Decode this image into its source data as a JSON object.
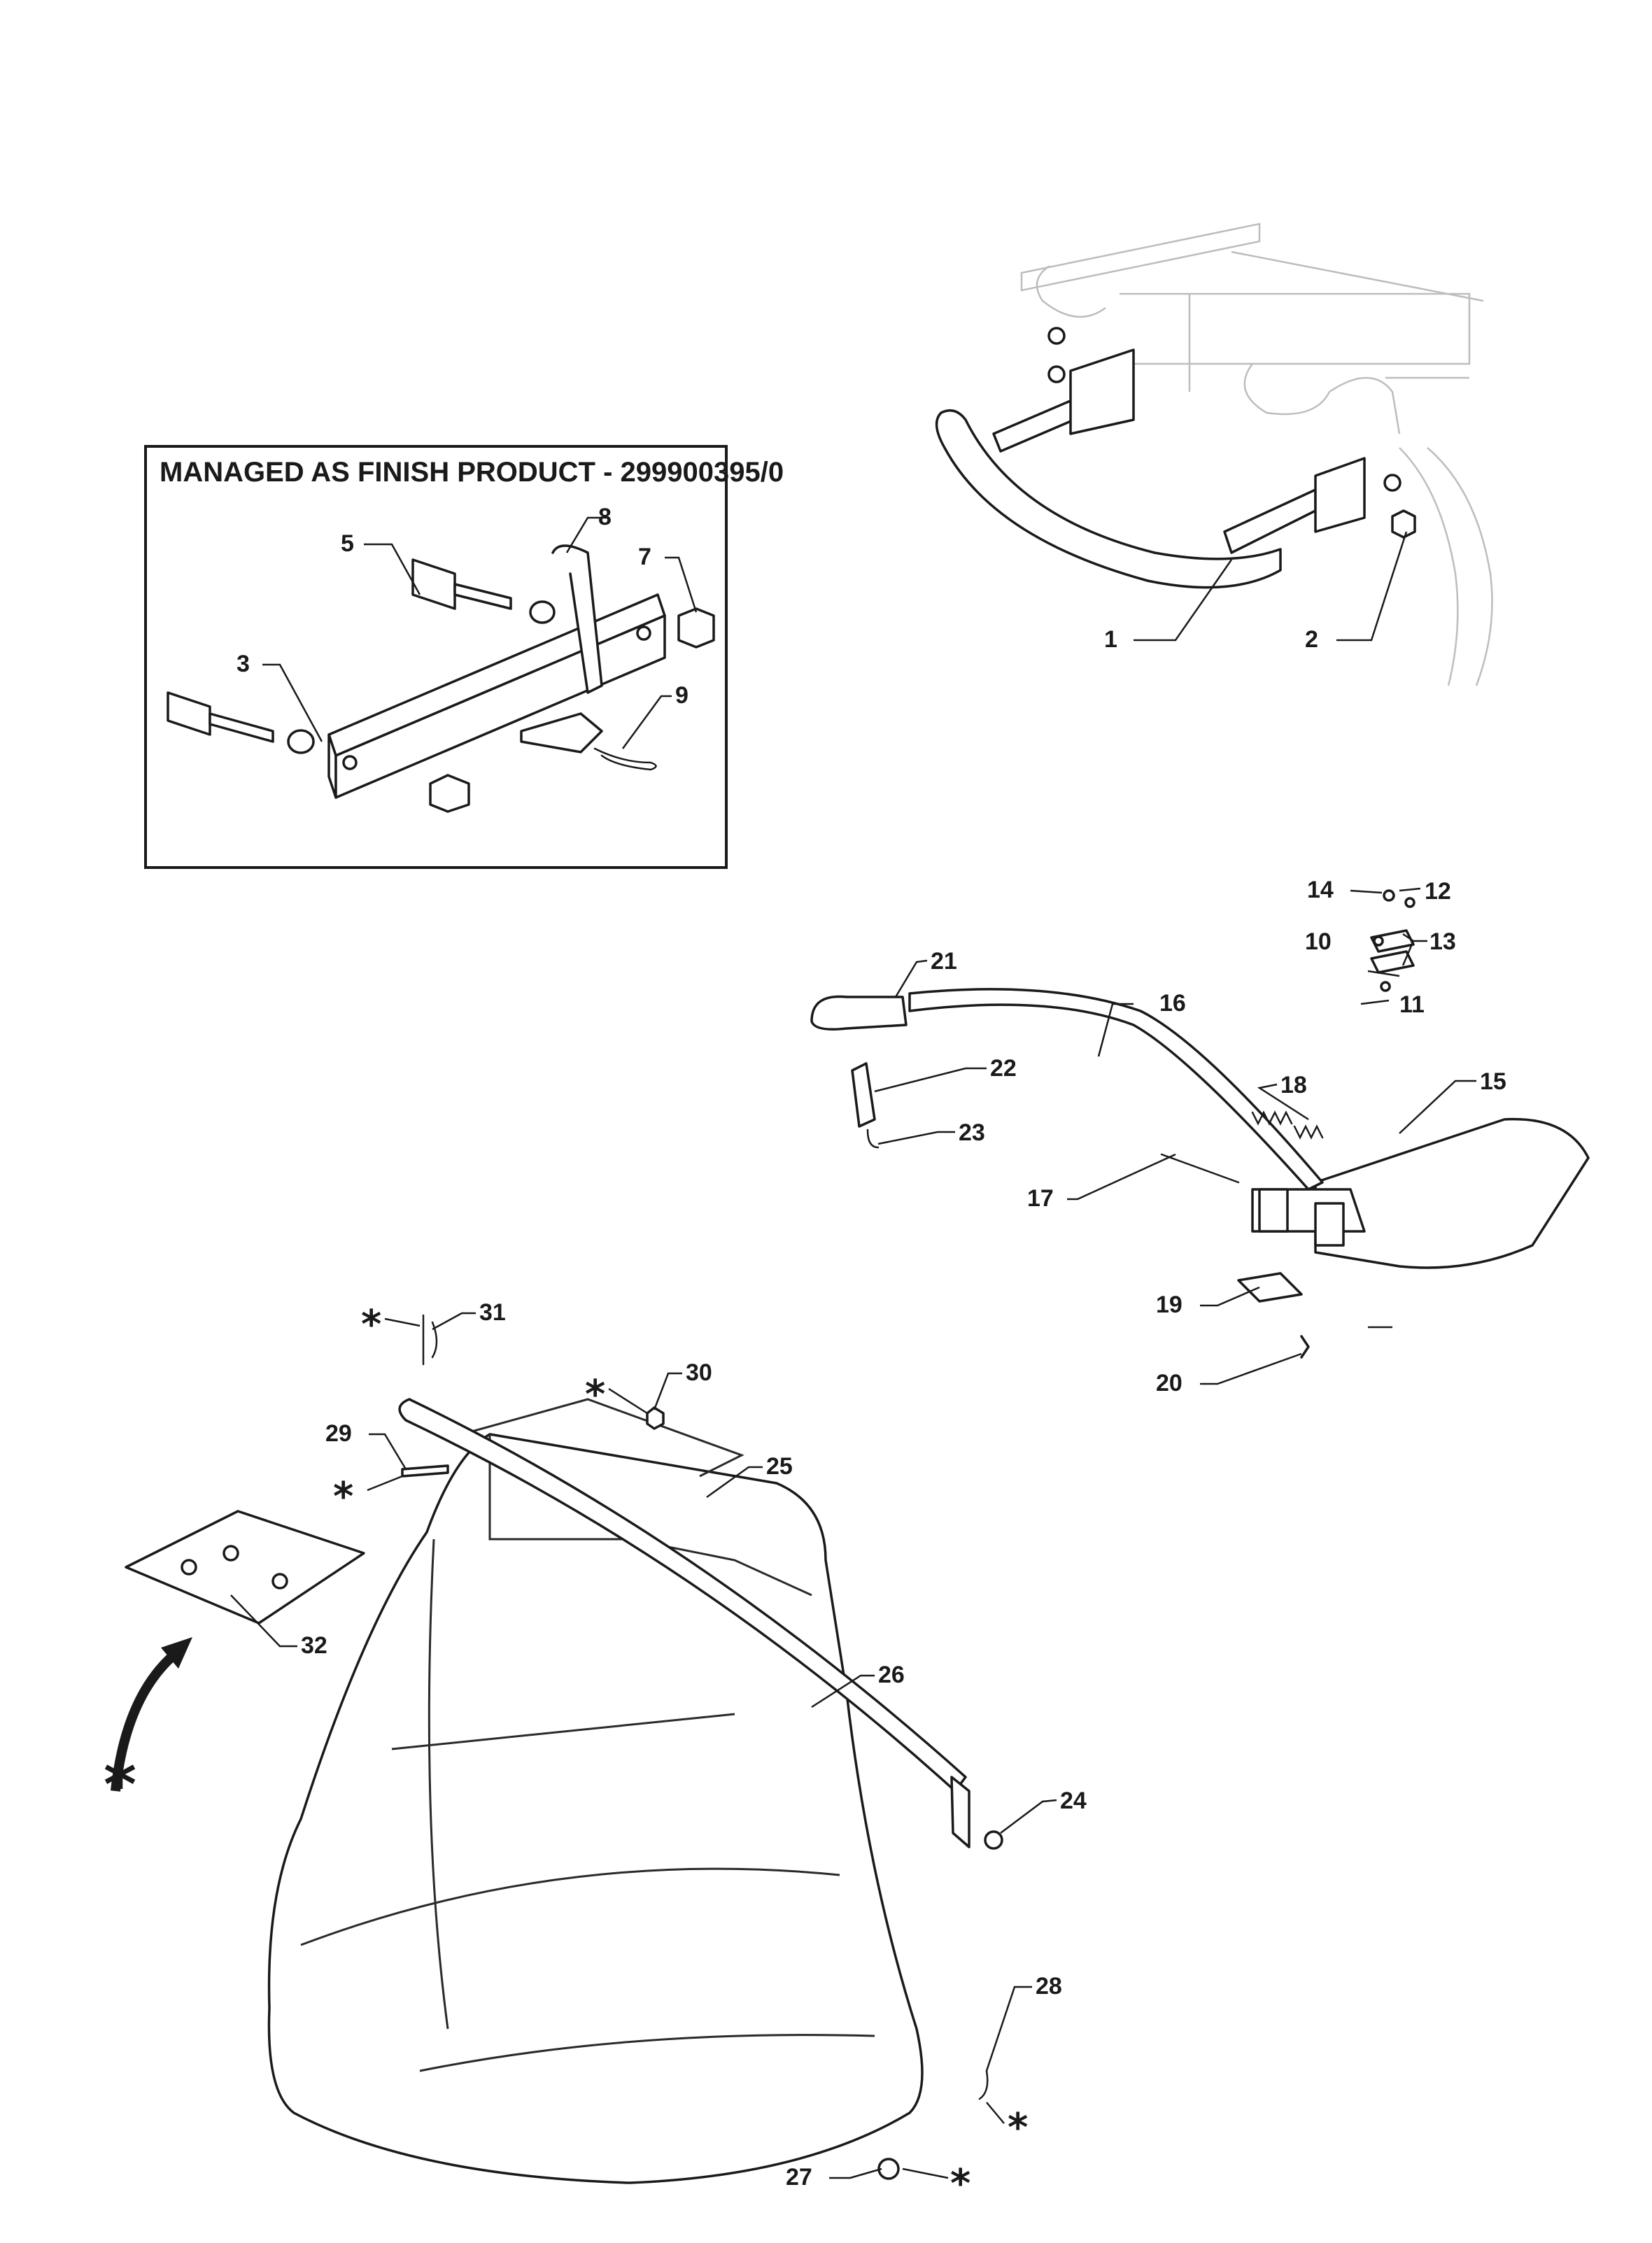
{
  "finish_box": {
    "title": "MANAGED AS FINISH PRODUCT - 299900395/0"
  },
  "callouts": {
    "c1": "1",
    "c2": "2",
    "c3": "3",
    "c5": "5",
    "c7": "7",
    "c8": "8",
    "c9": "9",
    "c10": "10",
    "c11": "11",
    "c12": "12",
    "c13": "13",
    "c14": "14",
    "c15": "15",
    "c16": "16",
    "c17": "17",
    "c18": "18",
    "c19": "19",
    "c20": "20",
    "c21": "21",
    "c22": "22",
    "c23": "23",
    "c24": "24",
    "c25": "25",
    "c26": "26",
    "c27": "27",
    "c28": "28",
    "c29": "29",
    "c30": "30",
    "c31": "31",
    "c32": "32"
  },
  "asterisk": "*"
}
